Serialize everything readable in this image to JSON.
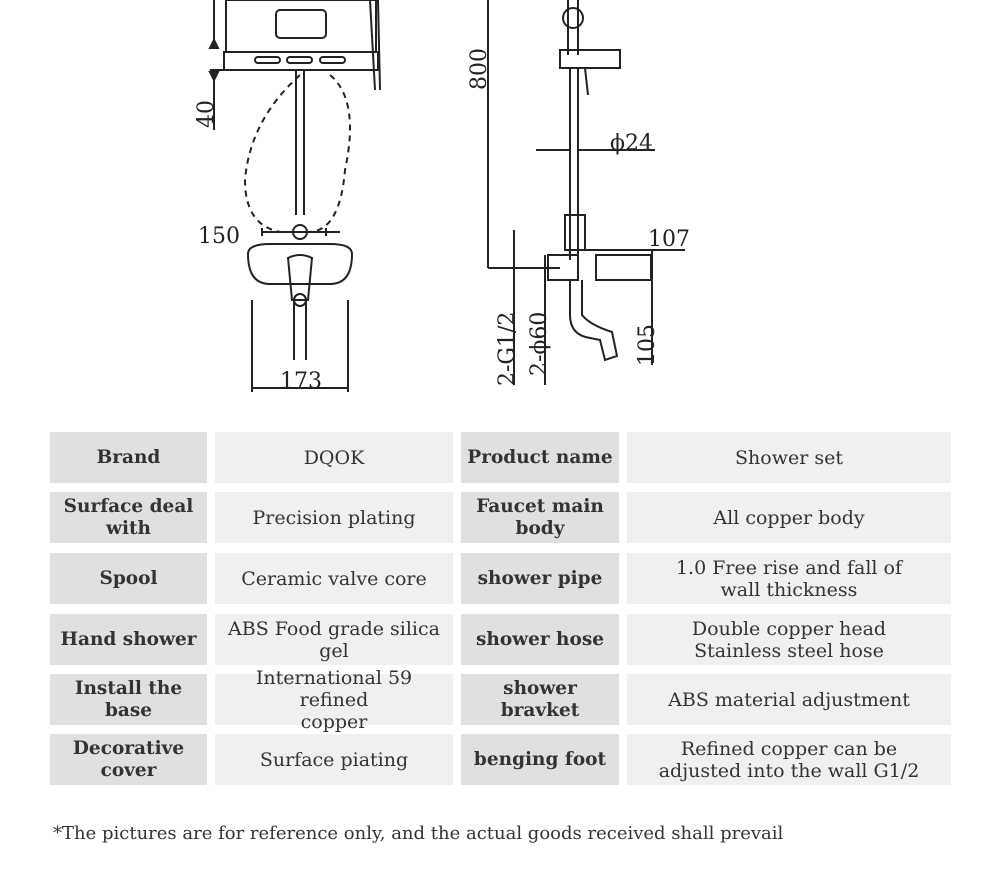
{
  "drawing": {
    "front_dims": [
      "40",
      "150",
      "173"
    ],
    "side_dims": [
      "800",
      "ϕ24",
      "107",
      "105",
      "2-G1/2",
      "2-ϕ60"
    ]
  },
  "specs": [
    {
      "label1": "Brand",
      "value1": "DQOK",
      "label2": "Product name",
      "value2": "Shower set"
    },
    {
      "label1": "Surface deal with",
      "value1": "Precision plating",
      "label2": "Faucet main body",
      "value2": "All copper body"
    },
    {
      "label1": "Spool",
      "value1": "Ceramic valve core",
      "label2": "shower pipe",
      "value2": "1.0 Free rise and fall of\nwall thickness"
    },
    {
      "label1": "Hand shower",
      "value1": "ABS Food grade silica gel",
      "label2": "shower hose",
      "value2": "Double copper head\nStainless steel hose"
    },
    {
      "label1": "Install the base",
      "value1": "International 59 refined\ncopper",
      "label2": "shower bravket",
      "value2": "ABS material adjustment"
    },
    {
      "label1": "Decorative cover",
      "value1": "Surface piating",
      "label2": "benging foot",
      "value2": "Refined copper can be\nadjusted into the wall G1/2"
    }
  ],
  "footnote": "*The pictures are for reference only, and the actual goods received shall prevail"
}
